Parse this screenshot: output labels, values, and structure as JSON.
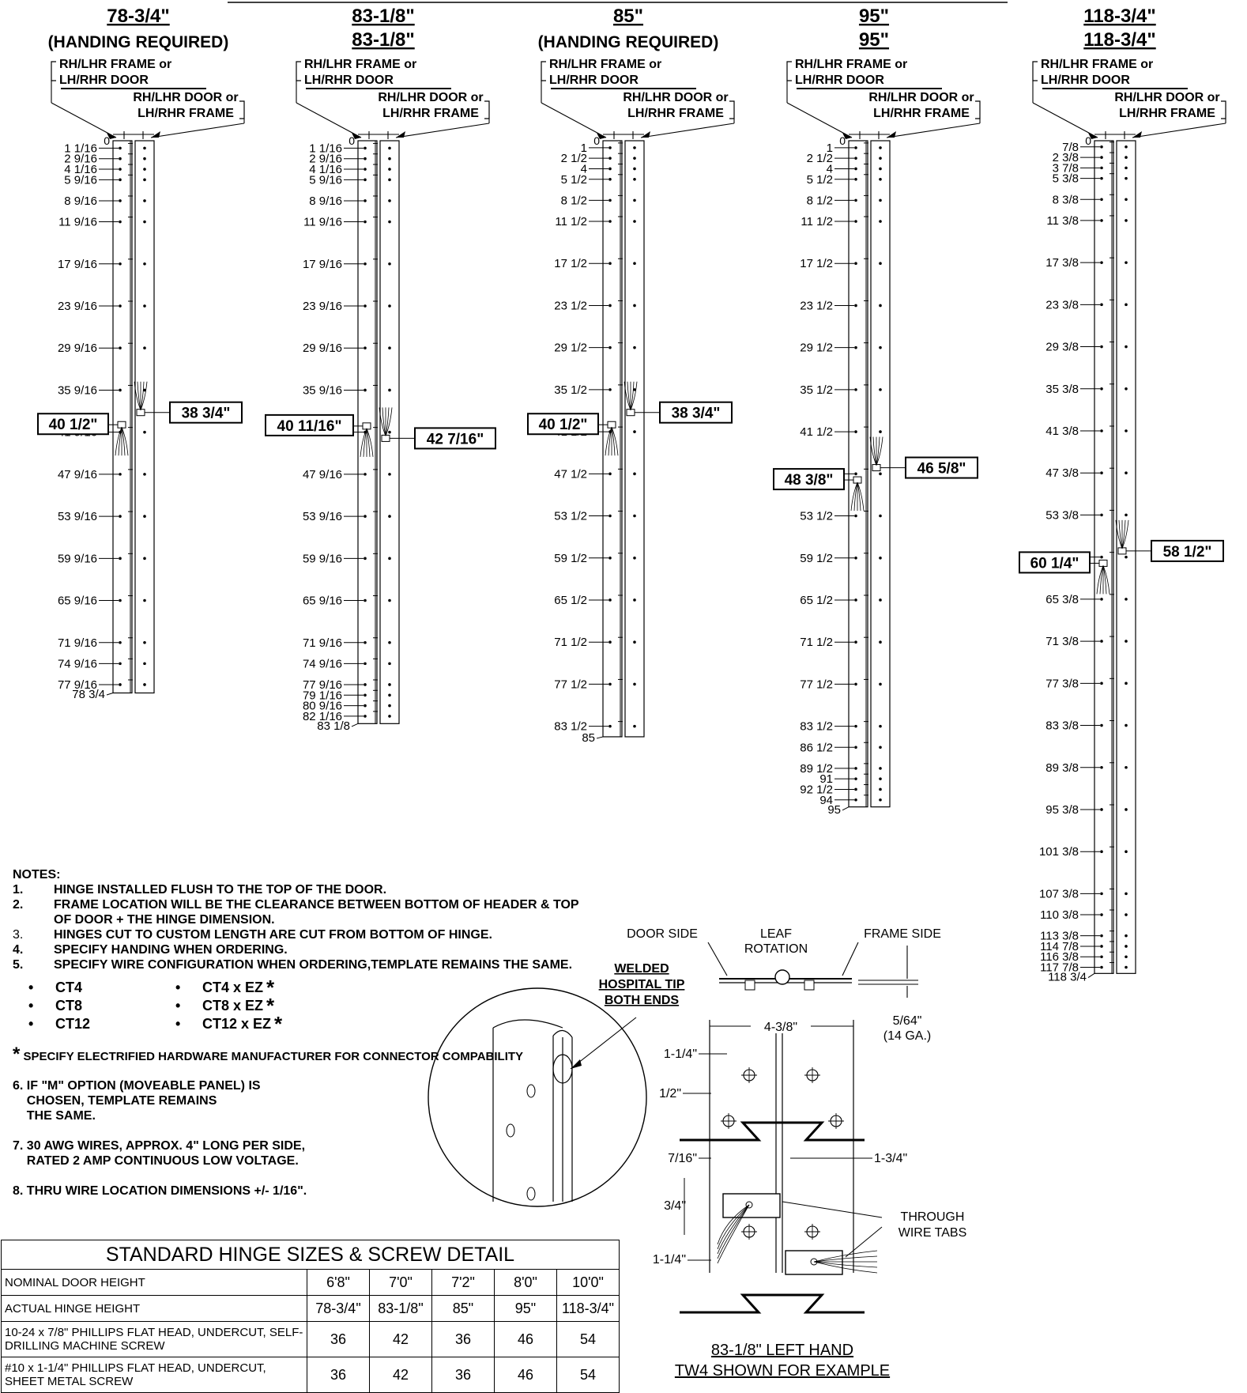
{
  "hinges": [
    {
      "id": "78-3-4",
      "title": "78-3/4\"",
      "subtitle": "(HANDING REQUIRED)",
      "frame_label": [
        "RH/LHR FRAME or",
        "LH/RHR DOOR"
      ],
      "door_label": [
        "RH/LHR DOOR or",
        "LH/RHR FRAME"
      ],
      "top": "0",
      "length": 78.75,
      "screws": [
        "1 1/16",
        "2 9/16",
        "4 1/16",
        "5 9/16",
        "8 9/16",
        "11 9/16",
        "17 9/16",
        "23 9/16",
        "29 9/16",
        "35 9/16",
        "41 9/16",
        "47 9/16",
        "53 9/16",
        "59 9/16",
        "65 9/16",
        "71 9/16",
        "74 9/16",
        "77 9/16"
      ],
      "screw_values": [
        1.0625,
        2.5625,
        4.0625,
        5.5625,
        8.5625,
        11.5625,
        17.5625,
        23.5625,
        29.5625,
        35.5625,
        41.5625,
        47.5625,
        53.5625,
        59.5625,
        65.5625,
        71.5625,
        74.5625,
        77.5625
      ],
      "bottom": "78 3/4",
      "wire_left": "40 1/2\"",
      "wire_left_value": 40.5,
      "wire_right": "38 3/4\"",
      "wire_right_value": 38.75
    },
    {
      "id": "83-1-8",
      "title": "83-1/8\"",
      "subtitle": "",
      "frame_label": [
        "RH/LHR FRAME or",
        "LH/RHR DOOR"
      ],
      "door_label": [
        "RH/LHR DOOR or",
        "LH/RHR FRAME"
      ],
      "top": "0",
      "length": 83.125,
      "screws": [
        "1 1/16",
        "2 9/16",
        "4 1/16",
        "5 9/16",
        "8 9/16",
        "11 9/16",
        "17 9/16",
        "23 9/16",
        "29 9/16",
        "35 9/16",
        "41 9/16",
        "47 9/16",
        "53 9/16",
        "59 9/16",
        "65 9/16",
        "71 9/16",
        "74 9/16",
        "77 9/16",
        "79 1/16",
        "80 9/16",
        "82 1/16"
      ],
      "screw_values": [
        1.0625,
        2.5625,
        4.0625,
        5.5625,
        8.5625,
        11.5625,
        17.5625,
        23.5625,
        29.5625,
        35.5625,
        41.5625,
        47.5625,
        53.5625,
        59.5625,
        65.5625,
        71.5625,
        74.5625,
        77.5625,
        79.0625,
        80.5625,
        82.0625
      ],
      "bottom": "83 1/8",
      "wire_left": "40 11/16\"",
      "wire_left_value": 40.6875,
      "wire_right": "42 7/16\"",
      "wire_right_value": 42.4375
    },
    {
      "id": "85",
      "title": "85\"",
      "subtitle": "(HANDING REQUIRED)",
      "frame_label": [
        "RH/LHR FRAME or",
        "LH/RHR DOOR"
      ],
      "door_label": [
        "RH/LHR DOOR or",
        "LH/RHR FRAME"
      ],
      "top": "0",
      "length": 85,
      "screws": [
        "1",
        "2 1/2",
        "4",
        "5 1/2",
        "8 1/2",
        "11 1/2",
        "17 1/2",
        "23 1/2",
        "29 1/2",
        "35 1/2",
        "41 1/2",
        "47 1/2",
        "53 1/2",
        "59 1/2",
        "65 1/2",
        "71 1/2",
        "77 1/2",
        "83 1/2"
      ],
      "screw_values": [
        1,
        2.5,
        4,
        5.5,
        8.5,
        11.5,
        17.5,
        23.5,
        29.5,
        35.5,
        41.5,
        47.5,
        53.5,
        59.5,
        65.5,
        71.5,
        77.5,
        83.5
      ],
      "bottom": "85",
      "wire_left": "40 1/2\"",
      "wire_left_value": 40.5,
      "wire_right": "38 3/4\"",
      "wire_right_value": 38.75
    },
    {
      "id": "95",
      "title": "95\"",
      "subtitle": "",
      "frame_label": [
        "RH/LHR FRAME or",
        "LH/RHR DOOR"
      ],
      "door_label": [
        "RH/LHR DOOR or",
        "LH/RHR FRAME"
      ],
      "top": "0",
      "length": 95,
      "screws": [
        "1",
        "2 1/2",
        "4",
        "5 1/2",
        "8 1/2",
        "11 1/2",
        "17 1/2",
        "23 1/2",
        "29 1/2",
        "35 1/2",
        "41 1/2",
        "47 1/2",
        "53 1/2",
        "59 1/2",
        "65 1/2",
        "71 1/2",
        "77 1/2",
        "83 1/2",
        "86 1/2",
        "89 1/2",
        "91",
        "92 1/2",
        "94"
      ],
      "screw_values": [
        1,
        2.5,
        4,
        5.5,
        8.5,
        11.5,
        17.5,
        23.5,
        29.5,
        35.5,
        41.5,
        47.5,
        53.5,
        59.5,
        65.5,
        71.5,
        77.5,
        83.5,
        86.5,
        89.5,
        91,
        92.5,
        94
      ],
      "bottom": "95",
      "wire_left": "48 3/8\"",
      "wire_left_value": 48.375,
      "wire_right": "46 5/8\"",
      "wire_right_value": 46.625
    },
    {
      "id": "118-3-4",
      "title": "118-3/4\"",
      "subtitle": "",
      "frame_label": [
        "RH/LHR FRAME or",
        "LH/RHR DOOR"
      ],
      "door_label": [
        "RH/LHR DOOR or",
        "LH/RHR FRAME"
      ],
      "top": "0",
      "length": 118.75,
      "screws": [
        "7/8",
        "2 3/8",
        "3 7/8",
        "5 3/8",
        "8 3/8",
        "11 3/8",
        "17 3/8",
        "23 3/8",
        "29 3/8",
        "35 3/8",
        "41 3/8",
        "47 3/8",
        "53 3/8",
        "59 3/8",
        "65 3/8",
        "71 3/8",
        "77 3/8",
        "83 3/8",
        "89 3/8",
        "95 3/8",
        "101 3/8",
        "107 3/8",
        "110 3/8",
        "113 3/8",
        "114 7/8",
        "116 3/8",
        "117 7/8"
      ],
      "screw_values": [
        0.875,
        2.375,
        3.875,
        5.375,
        8.375,
        11.375,
        17.375,
        23.375,
        29.375,
        35.375,
        41.375,
        47.375,
        53.375,
        59.375,
        65.375,
        71.375,
        77.375,
        83.375,
        89.375,
        95.375,
        101.375,
        107.375,
        110.375,
        113.375,
        114.875,
        116.375,
        117.875
      ],
      "bottom": "118 3/4",
      "wire_left": "60 1/4\"",
      "wire_left_value": 60.25,
      "wire_right": "58 1/2\"",
      "wire_right_value": 58.5
    }
  ],
  "notes": {
    "heading": "NOTES:",
    "items": [
      {
        "num": "1.",
        "text": "HINGE INSTALLED FLUSH TO THE TOP OF THE DOOR."
      },
      {
        "num": "2.",
        "text": "FRAME LOCATION WILL BE THE CLEARANCE BETWEEN BOTTOM OF HEADER & TOP OF DOOR + THE HINGE DIMENSION."
      },
      {
        "num": "3.",
        "text": "HINGES CUT TO CUSTOM LENGTH ARE CUT FROM BOTTOM OF HINGE."
      },
      {
        "num": "4.",
        "text": "SPECIFY HANDING WHEN ORDERING."
      },
      {
        "num": "5.",
        "text": "SPECIFY WIRE CONFIGURATION WHEN ORDERING,TEMPLATE REMAINS THE SAME."
      }
    ],
    "bullets_left": [
      "CT4",
      "CT8",
      "CT12"
    ],
    "bullets_right": [
      "CT4 x EZ",
      "CT8 x EZ",
      "CT12 x EZ"
    ],
    "star": "*",
    "specify": "SPECIFY ELECTRIFIED HARDWARE MANUFACTURER FOR CONNECTOR COMPABILITY",
    "note6": "6. IF \"M\" OPTION (MOVEABLE PANEL) IS\n    CHOSEN, TEMPLATE REMAINS\n    THE SAME.",
    "note7": "7. 30 AWG WIRES, APPROX. 4\" LONG PER SIDE,\n    RATED 2 AMP CONTINUOUS LOW VOLTAGE.",
    "note8": "8. THRU WIRE LOCATION DIMENSIONS +/- 1/16\"."
  },
  "detail": {
    "welded": [
      "WELDED",
      "HOSPITAL TIP",
      "BOTH ENDS"
    ],
    "door_side": "DOOR SIDE",
    "leaf_rotation": [
      "LEAF",
      "ROTATION"
    ],
    "frame_side": "FRAME SIDE",
    "thickness": [
      "5/64\"",
      "(14 GA.)"
    ],
    "width": "4-3/8\"",
    "d1": "1-1/4\"",
    "d2": "1/2\"",
    "d3": "7/16\"",
    "d4": "1-3/4\"",
    "d5": "3/4\"",
    "d6": "1-1/4\"",
    "through_tabs": [
      "THROUGH",
      "WIRE TABS"
    ],
    "caption1": "83-1/8\" LEFT HAND",
    "caption2": "TW4 SHOWN FOR EXAMPLE"
  },
  "table": {
    "title": "STANDARD HINGE SIZES & SCREW DETAIL",
    "rows": [
      {
        "label": "NOMINAL DOOR HEIGHT",
        "values": [
          "6'8\"",
          "7'0\"",
          "7'2\"",
          "8'0\"",
          "10'0\""
        ]
      },
      {
        "label": "ACTUAL HINGE HEIGHT",
        "values": [
          "78-3/4\"",
          "83-1/8\"",
          "85\"",
          "95\"",
          "118-3/4\""
        ]
      },
      {
        "label": "10-24 x 7/8\" PHILLIPS FLAT HEAD, UNDERCUT, SELF-DRILLING MACHINE SCREW",
        "values": [
          "36",
          "42",
          "36",
          "46",
          "54"
        ]
      },
      {
        "label": "#10 x 1-1/4\" PHILLIPS FLAT HEAD, UNDERCUT, SHEET METAL SCREW",
        "values": [
          "36",
          "42",
          "36",
          "46",
          "54"
        ]
      }
    ]
  }
}
